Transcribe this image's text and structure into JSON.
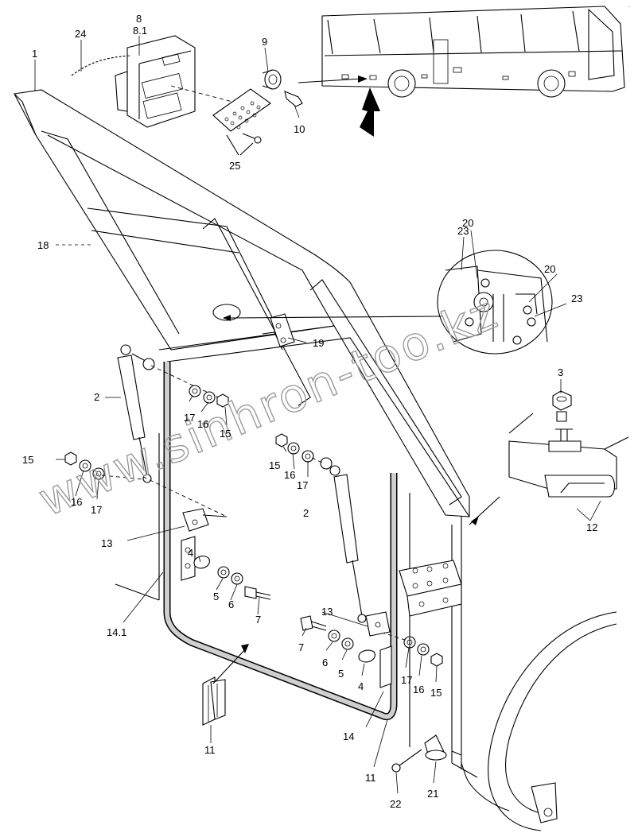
{
  "callouts": {
    "c1": "1",
    "c2a": "2",
    "c2b": "2",
    "c3": "3",
    "c4a": "4",
    "c4b": "4",
    "c5a": "5",
    "c5b": "5",
    "c6a": "6",
    "c6b": "6",
    "c7a": "7",
    "c7b": "7",
    "c8": "8",
    "c8_1": "8.1",
    "c9": "9",
    "c10": "10",
    "c11a": "11",
    "c11b": "11",
    "c12": "12",
    "c13a": "13",
    "c13b": "13",
    "c14": "14",
    "c14_1": "14.1",
    "c15a": "15",
    "c15b": "15",
    "c15c": "15",
    "c15d": "15",
    "c16a": "16",
    "c16b": "16",
    "c16c": "16",
    "c16d": "16",
    "c17a": "17",
    "c17b": "17",
    "c17c": "17",
    "c17d": "17",
    "c18": "18",
    "c19": "19",
    "c20a": "20",
    "c20b": "20",
    "c21": "21",
    "c22": "22",
    "c23a": "23",
    "c23b": "23",
    "c24": "24",
    "c25": "25"
  },
  "watermark": {
    "line1": "www.sinhron-too.kz"
  }
}
